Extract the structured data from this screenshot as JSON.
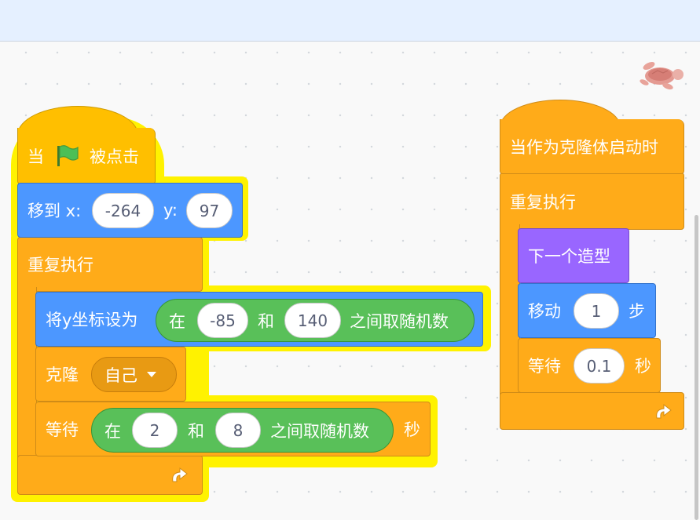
{
  "script_left": {
    "hat": {
      "prefix": "当",
      "icon": "green-flag-icon",
      "suffix": "被点击"
    },
    "goto": {
      "label": "移到 x:",
      "x_value": "-264",
      "y_label": "y:",
      "y_value": "97"
    },
    "forever": {
      "label": "重复执行",
      "end_icon": "repeat-arrow-icon"
    },
    "set_y": {
      "label": "将y坐标设为",
      "random": {
        "word_in": "在",
        "from": "-85",
        "word_and": "和",
        "to": "140",
        "suffix": "之间取随机数"
      }
    },
    "clone": {
      "label": "克隆",
      "option": "自己"
    },
    "wait": {
      "label": "等待",
      "random": {
        "word_in": "在",
        "from": "2",
        "word_and": "和",
        "to": "8",
        "suffix": "之间取随机数"
      },
      "unit": "秒"
    }
  },
  "script_right": {
    "hat": {
      "label": "当作为克隆体启动时"
    },
    "forever": {
      "label": "重复执行",
      "end_icon": "repeat-arrow-icon"
    },
    "next_costume": {
      "label": "下一个造型"
    },
    "move": {
      "label": "移动",
      "steps": "1",
      "unit": "步"
    },
    "wait": {
      "label": "等待",
      "seconds": "0.1",
      "unit": "秒"
    }
  },
  "sprite_thumbnail": {
    "icon": "sea-turtle-sprite-icon"
  },
  "colors": {
    "events": "#ffbf00",
    "control": "#ffab19",
    "motion": "#4c97ff",
    "looks": "#9966ff",
    "operators": "#59c059",
    "highlight": "#fff200",
    "topbar": "#e5f0ff",
    "workspace": "#f9f9f9"
  }
}
